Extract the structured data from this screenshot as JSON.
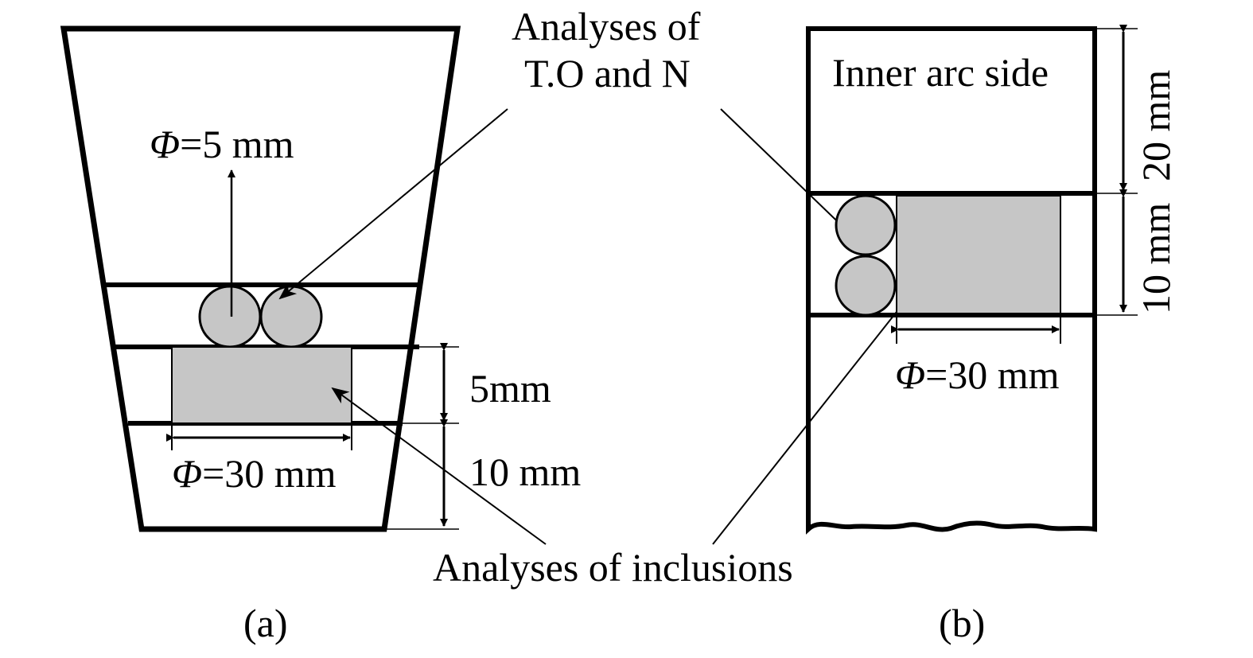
{
  "panel_a": {
    "caption": "(a)",
    "phi5": {
      "symbol": "Φ",
      "value": "=5 mm"
    },
    "phi30": {
      "symbol": "Φ",
      "value": "=30 mm"
    },
    "dim_5": "5mm",
    "dim_10": "10 mm"
  },
  "panel_b": {
    "caption": "(b)",
    "inner_arc": "Inner arc side",
    "phi30": {
      "symbol": "Φ",
      "value": "=30 mm"
    },
    "dim_20": "20 mm",
    "dim_10": "10 mm"
  },
  "shared": {
    "analyses_to_n_line1": "Analyses of",
    "analyses_to_n_line2": "T.O and N",
    "analyses_inclusions": "Analyses of inclusions"
  },
  "colors": {
    "sample_fill": "#c6c6c6",
    "ink": "#000000"
  }
}
